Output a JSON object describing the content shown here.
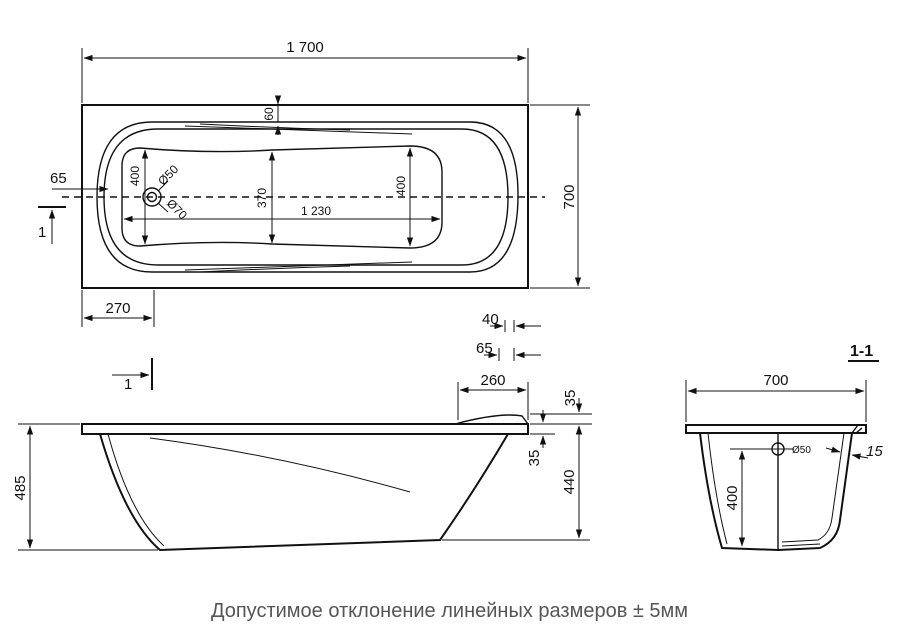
{
  "top_view": {
    "overall_length": "1 700",
    "overall_width": "700",
    "drain_offset": "65",
    "rim_width": "60",
    "bottom_width_left": "400",
    "overflow_diameter": "Ø50",
    "drain_diameter": "Ø70",
    "bottom_width_middle": "370",
    "bottom_length": "1 230",
    "bottom_width_right": "400",
    "edge_to_bottom": "270",
    "section_mark": "1"
  },
  "side_view": {
    "dim_40": "40",
    "dim_65": "65",
    "section_mark": "1",
    "rim_length": "260",
    "top_35": "35",
    "mid_35": "35",
    "depth": "440",
    "overall_height": "485"
  },
  "section_view": {
    "title": "1-1",
    "width": "700",
    "overflow_diameter": "Ø50",
    "wall_thickness": "15",
    "inner_depth": "400"
  },
  "caption": "Допустимое отклонение линейных размеров ± 5мм"
}
